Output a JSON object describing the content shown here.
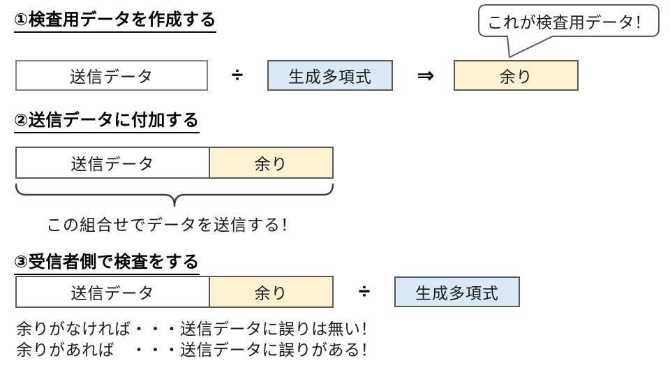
{
  "colors": {
    "background": "#ffffff",
    "white_box_border": "#7f7f7f",
    "dark_box_border": "#595959",
    "blue_fill": "#dbe9f6",
    "yellow_fill": "#fcf2d2",
    "text": "#1a1a1a",
    "brace": "#404040"
  },
  "step1": {
    "heading": "①検査用データを作成する",
    "data_box": "送信データ",
    "divide_symbol": "÷",
    "generator_box": "生成多項式",
    "arrow_symbol": "⇒",
    "remainder_box": "余り",
    "callout": "これが検査用データ！"
  },
  "step2": {
    "heading": "②送信データに付加する",
    "data_box": "送信データ",
    "remainder_box": "余り",
    "caption": "この組合せでデータを送信する！"
  },
  "step3": {
    "heading": "③受信者側で検査をする",
    "data_box": "送信データ",
    "remainder_box": "余り",
    "divide_symbol": "÷",
    "generator_box": "生成多項式",
    "result_no_remainder": "余りがなければ・・・送信データに誤りは無い！",
    "result_remainder": "余りがあれば　・・・送信データに誤りがある！"
  }
}
